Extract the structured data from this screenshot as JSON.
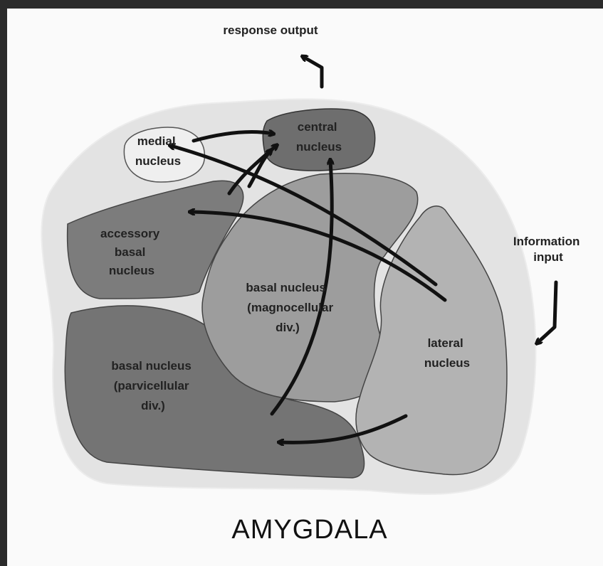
{
  "title": "AMYGDALA",
  "labels": {
    "response_output": "response output",
    "information_input": [
      "Information",
      "input"
    ],
    "medial_nucleus": [
      "medial",
      "nucleus"
    ],
    "central_nucleus": [
      "central",
      "nucleus"
    ],
    "accessory_basal": [
      "accessory",
      "basal",
      "nucleus"
    ],
    "basal_magno": [
      "basal nucleus",
      "(magnocellular",
      "div.)"
    ],
    "basal_parvi": [
      "basal nucleus",
      "(parvicellular",
      "div.)"
    ],
    "lateral_nucleus": [
      "lateral",
      "nucleus"
    ]
  },
  "colors": {
    "outer_region": "#e3e3e3",
    "central": "#6e6e6e",
    "accessory": "#7c7c7c",
    "magno": "#9d9d9d",
    "parvi": "#747474",
    "lateral": "#b3b3b3",
    "medial": "#efefef",
    "arrow": "#111111"
  }
}
